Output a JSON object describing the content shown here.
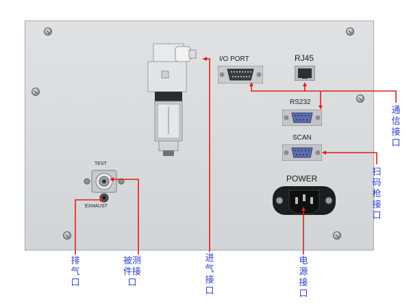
{
  "colors": {
    "panel": "#d6d8da",
    "leader_line": "#e21b1b",
    "annotation_text": "#2b3ed0",
    "connector_blue": "#5c6fb0"
  },
  "panel_labels": {
    "io_port": "I/O PORT",
    "rj45": "RJ45",
    "rs232": "RS232",
    "scan": "SCAN",
    "power": "POWER",
    "test": "TEST",
    "exhaust": "EXHAUST"
  },
  "annotations": {
    "exhaust_port": "排气口",
    "test_port": "被测件接口",
    "air_inlet": "进气接口",
    "communication_port": "通信接口",
    "scanner_port": "扫码枪接口",
    "power_port": "电源接口"
  },
  "icons": {
    "screw": "screw-icon",
    "filter": "air-filter-icon"
  }
}
